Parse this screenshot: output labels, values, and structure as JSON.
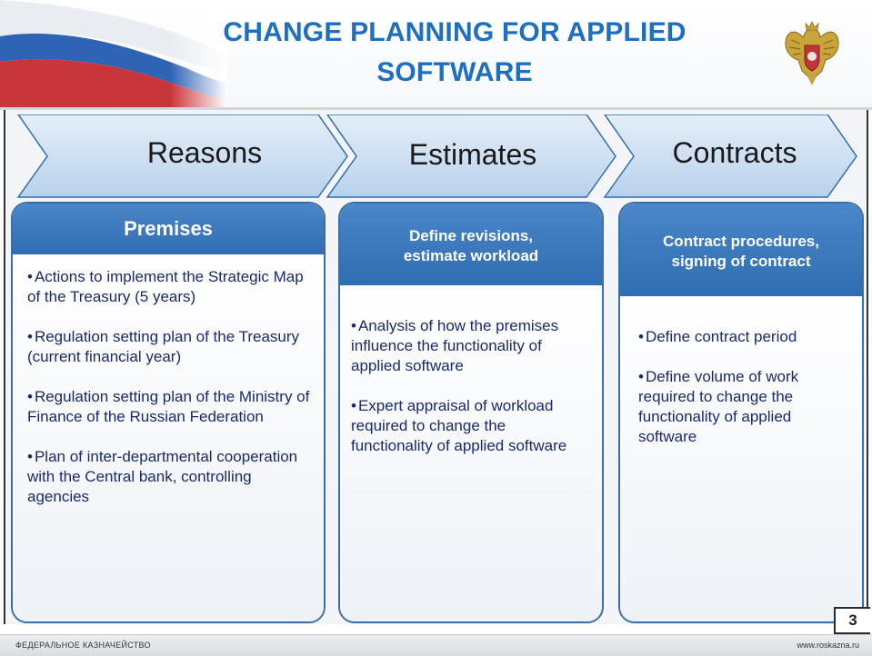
{
  "title_line1": "CHANGE PLANNING FOR APPLIED",
  "title_line2": "SOFTWARE",
  "stages": [
    {
      "label": "Reasons"
    },
    {
      "label": "Estimates"
    },
    {
      "label": "Contracts"
    }
  ],
  "cards": [
    {
      "heading": "Premises",
      "items": [
        "Actions to implement the Strategic Map of the Treasury (5 years)",
        "Regulation setting plan of the Treasury (current financial year)",
        "Regulation setting plan of the Ministry of Finance of the Russian Federation",
        "Plan of inter-departmental cooperation with the Central bank, controlling agencies"
      ]
    },
    {
      "heading_line1": "Define revisions,",
      "heading_line2": "estimate workload",
      "items": [
        "Analysis of how the premises influence the functionality of applied software",
        "Expert appraisal of workload required to change the functionality of applied software"
      ]
    },
    {
      "heading_line1": "Contract procedures,",
      "heading_line2": "signing of contract",
      "items": [
        "Define contract period",
        "Define volume of work required to change the functionality of applied software"
      ]
    }
  ],
  "page_number": "3",
  "footer_left": "ФЕДЕРАЛЬНОЕ КАЗНАЧЕЙСТВО",
  "footer_right": "www.roskazna.ru",
  "colors": {
    "title": "#1f6fc1",
    "card_header": "#2f6db2",
    "chevron_fill": "#cfe1f3",
    "item_text": "#1a2a6a"
  }
}
